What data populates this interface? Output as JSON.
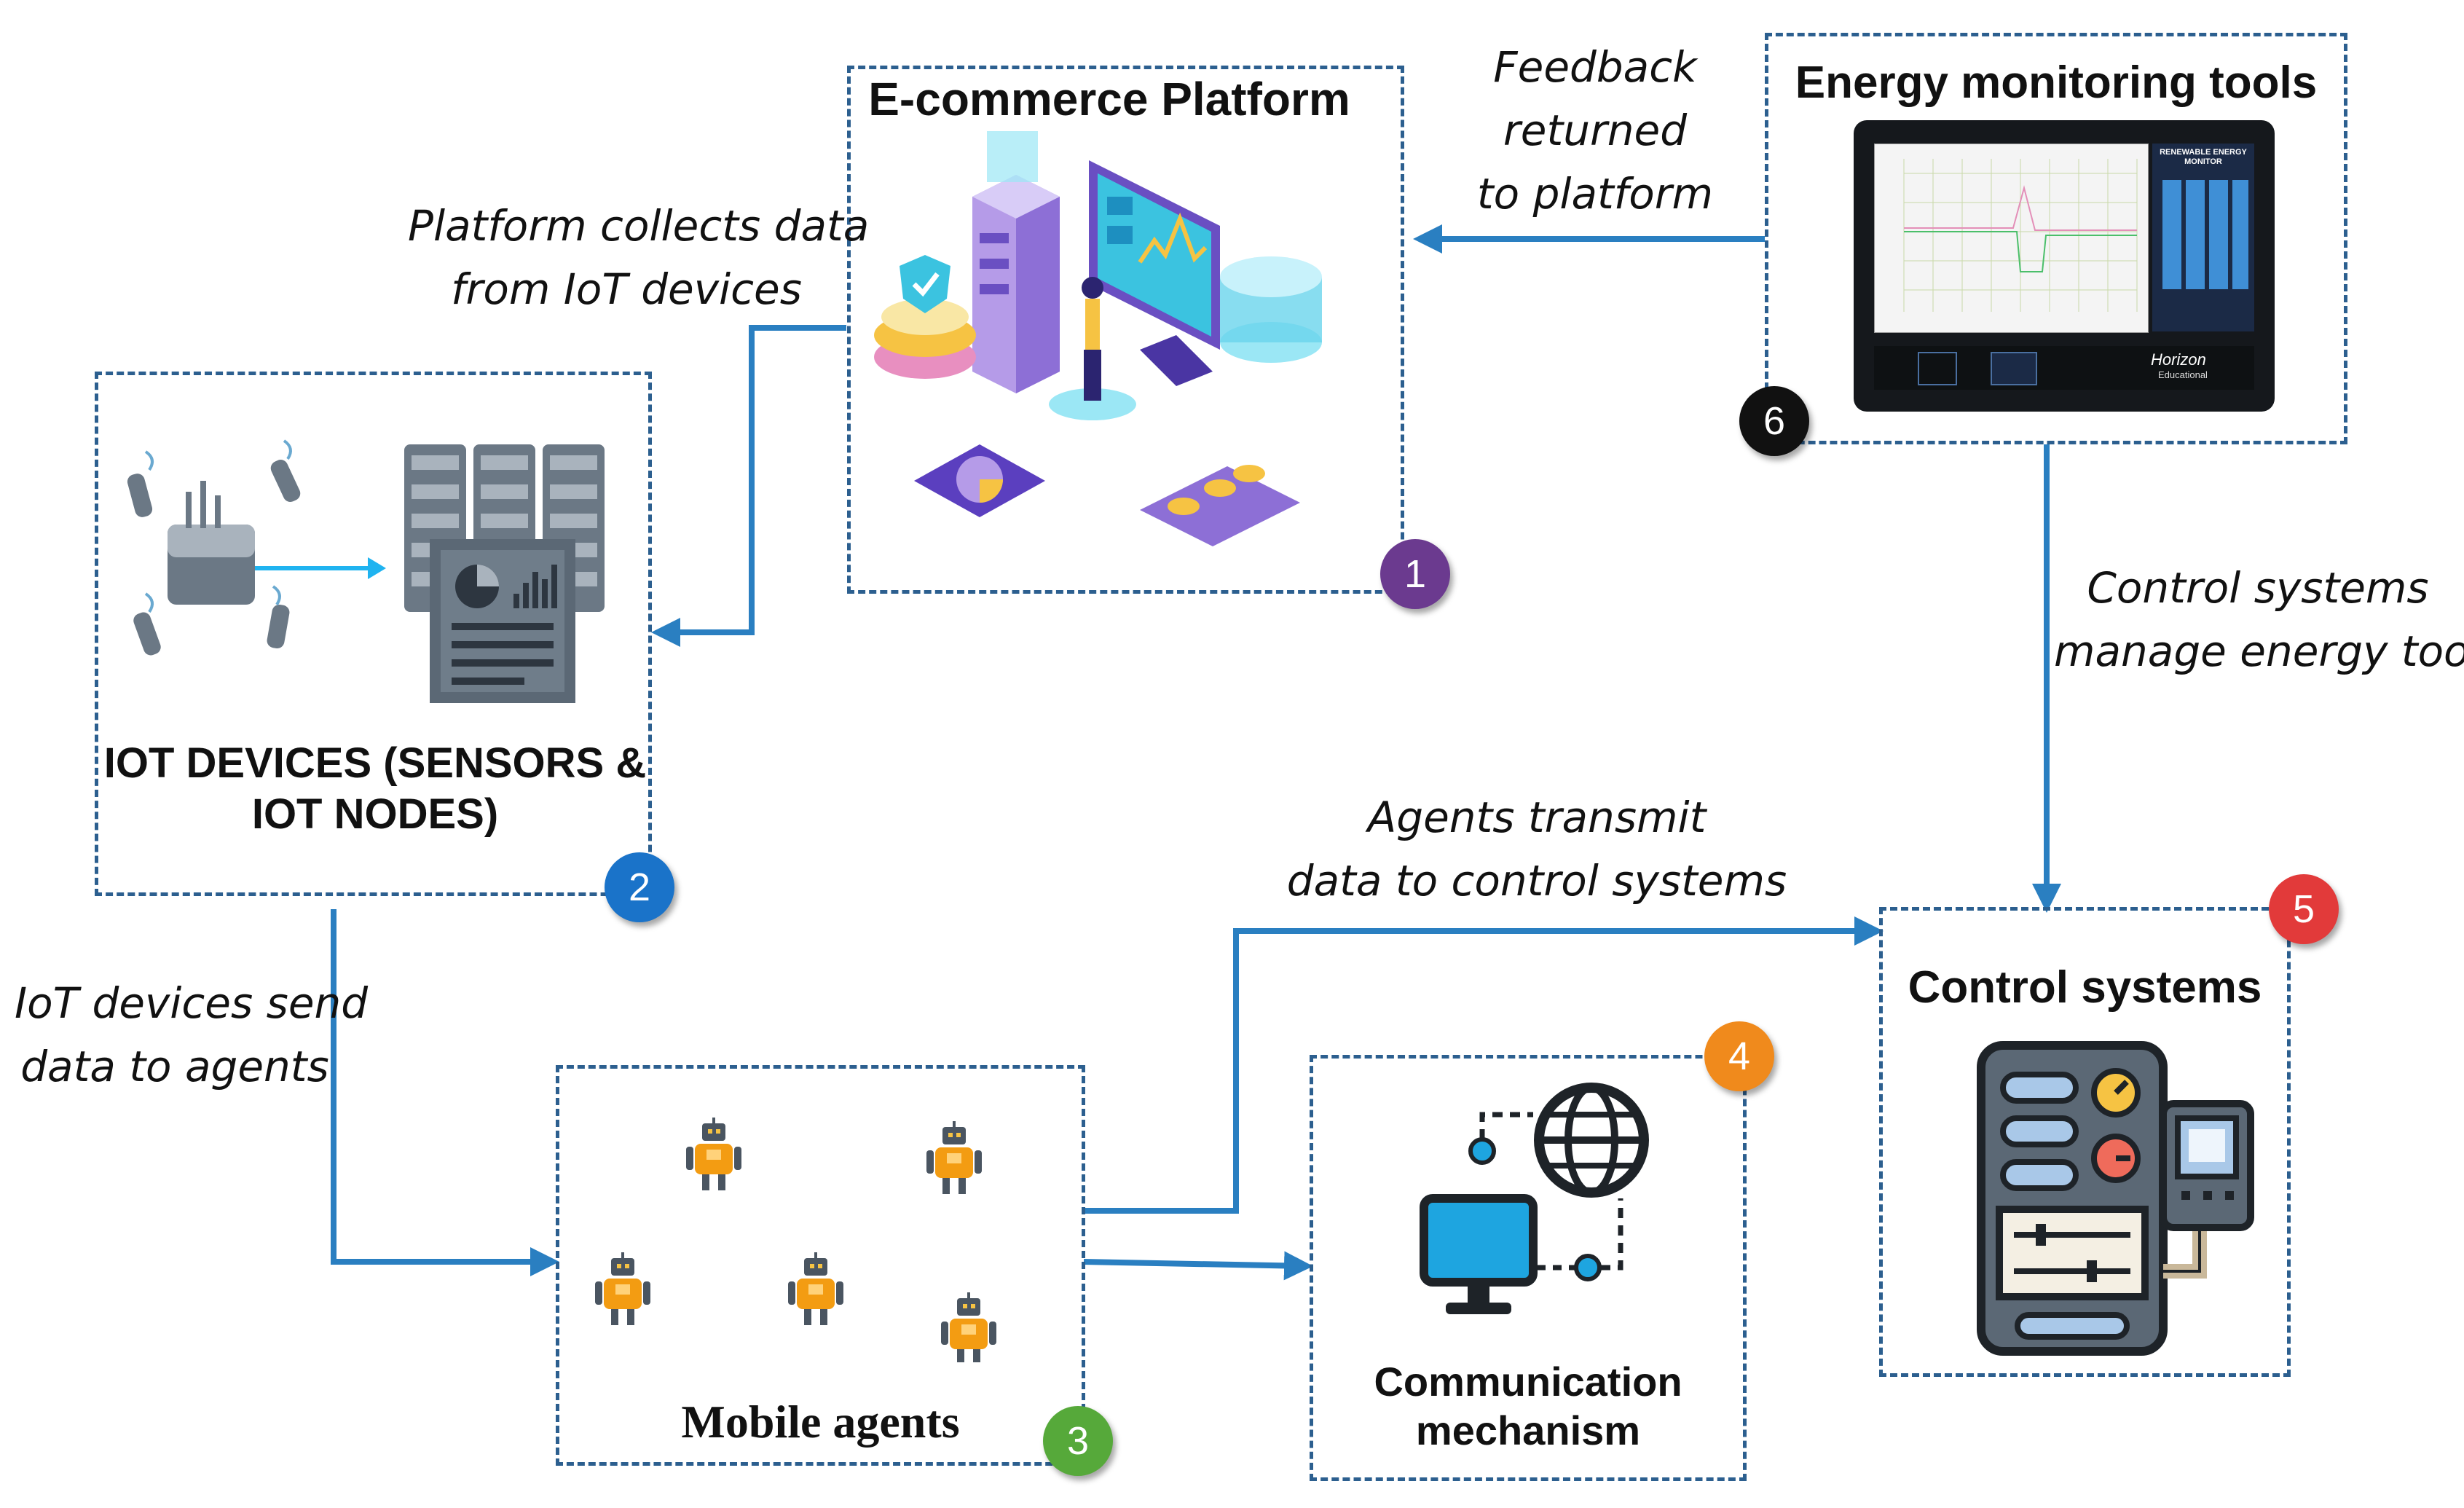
{
  "nodes": {
    "ecommerce": {
      "title": "E-commerce Platform",
      "number": "1",
      "badge_color": "#6b3a8f"
    },
    "iot": {
      "title_line1": "IOT DEVICES (SENSORS &",
      "title_line2": "IOT NODES)",
      "number": "2",
      "badge_color": "#1a73c9"
    },
    "agents": {
      "title": "Mobile agents",
      "number": "3",
      "badge_color": "#56a93a"
    },
    "communication": {
      "title_line1": "Communication",
      "title_line2": "mechanism",
      "number": "4",
      "badge_color": "#f08a1c"
    },
    "control": {
      "title": "Control systems",
      "number": "5",
      "badge_color": "#e23a3a"
    },
    "energy": {
      "title": "Energy monitoring tools",
      "number": "6",
      "badge_color": "#111111"
    }
  },
  "edges": {
    "platform_to_iot": {
      "line1": "Platform collects data",
      "line2": "from IoT devices"
    },
    "iot_to_agents": {
      "line1": "IoT devices send",
      "line2": "data to agents"
    },
    "agents_to_control": {
      "line1": "Agents transmit",
      "line2": "data to control systems"
    },
    "control_to_energy": {
      "line1": "Control systems",
      "line2": "manage energy tools"
    },
    "energy_to_platform": {
      "line1": "Feedback",
      "line2": "returned",
      "line3": "to platform"
    }
  },
  "monitor_screen": {
    "panel_title": "RENEWABLE ENERGY MONITOR",
    "brand_line1": "Horizon",
    "brand_line2": "Educational"
  },
  "colors": {
    "arrow": "#2a7fc1",
    "border": "#2c5f8f"
  }
}
